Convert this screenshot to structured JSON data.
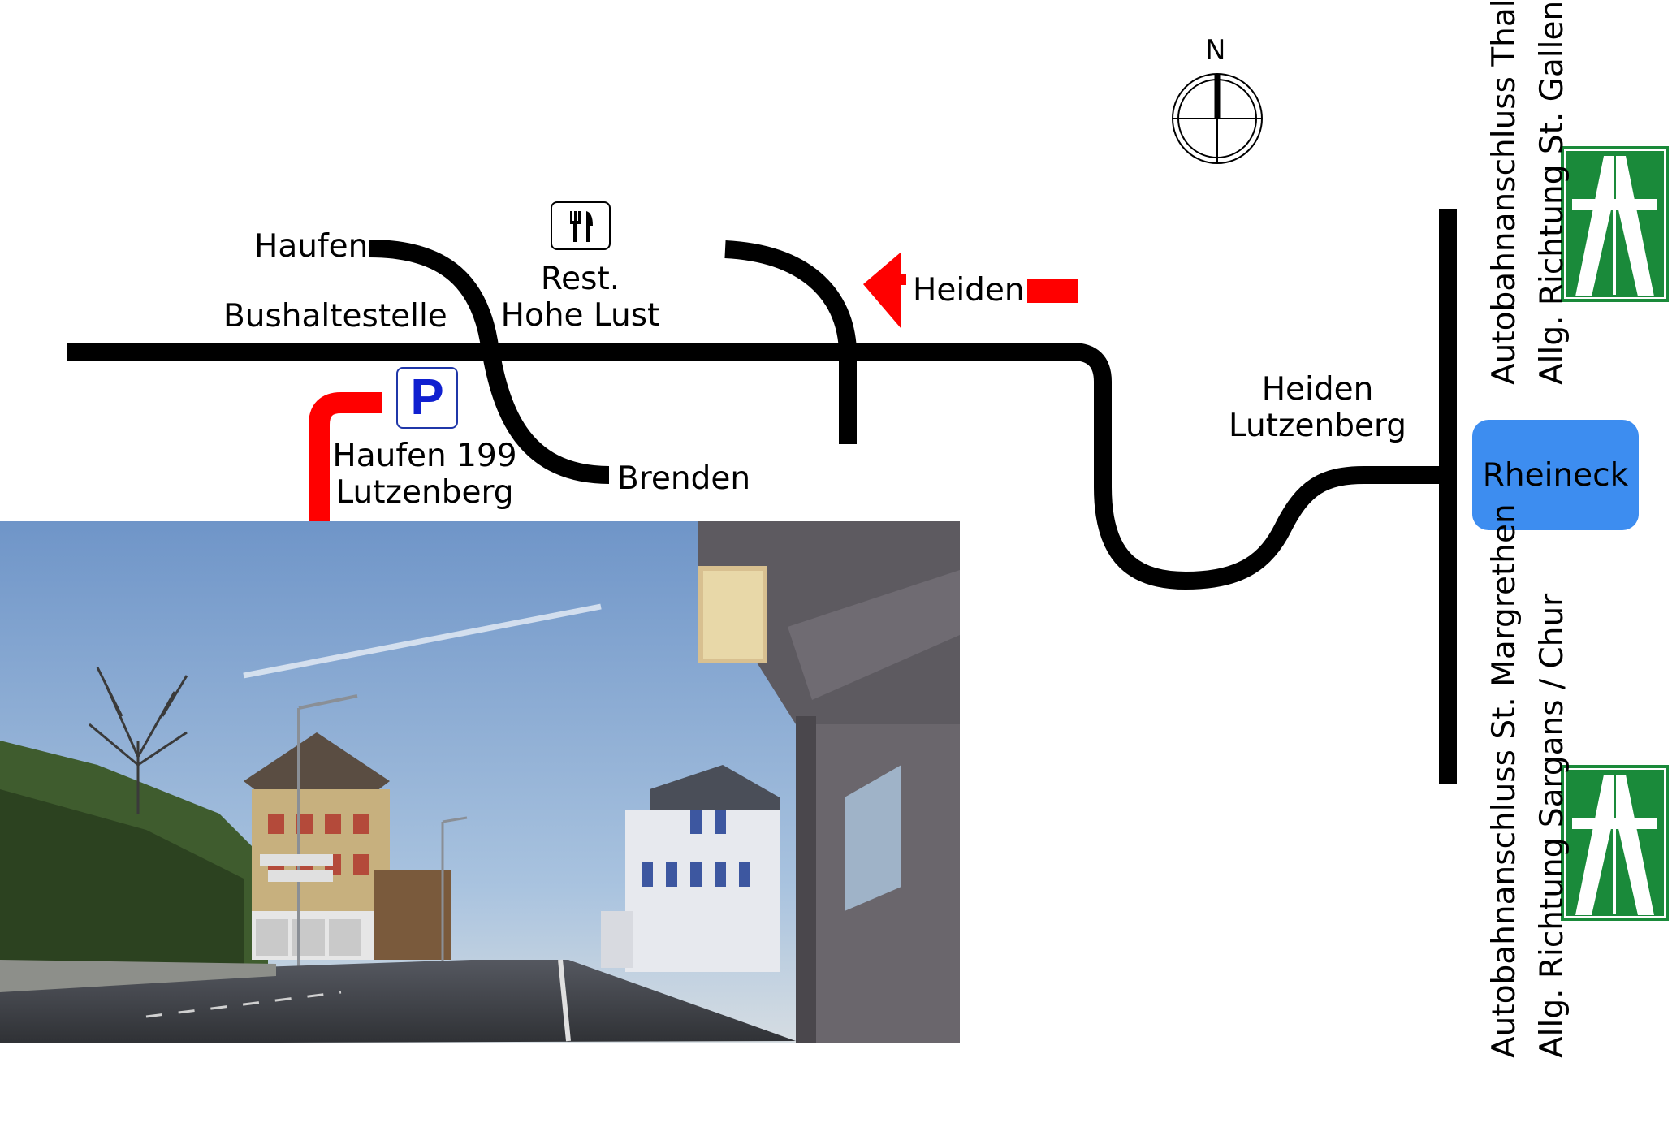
{
  "labels": {
    "haufen": "Haufen",
    "bushaltestelle": "Bushaltestelle",
    "rest_line1": "Rest.",
    "rest_line2": "Hohe Lust",
    "heiden_arrow": "Heiden",
    "haufen199_line1": "Haufen 199",
    "haufen199_line2": "Lutzenberg",
    "brenden": "Brenden",
    "heiden_lutzenberg_line1": "Heiden",
    "heiden_lutzenberg_line2": "Lutzenberg",
    "rheineck": "Rheineck",
    "compass_north": "N",
    "parking_letter": "P"
  },
  "vertical_labels": {
    "thal_line1": "Autobahnanschluss Thal",
    "thal_line2": "Allg. Richtung St. Gallen",
    "margrethen_line1": "Autobahnanschluss St. Margrethen",
    "margrethen_line2": "Allg. Richtung Sargans / Chur"
  },
  "icons": {
    "restaurant": "fork-knife-icon",
    "parking": "parking-icon",
    "compass": "compass-icon",
    "motorway": "motorway-sign-icon",
    "arrow": "arrow-icon"
  },
  "colors": {
    "road": "#000000",
    "arrow": "#ff0000",
    "rheineck_box": "#3d8df0",
    "motorway_sign": "#1a8a3a",
    "parking_text": "#1020d0"
  }
}
